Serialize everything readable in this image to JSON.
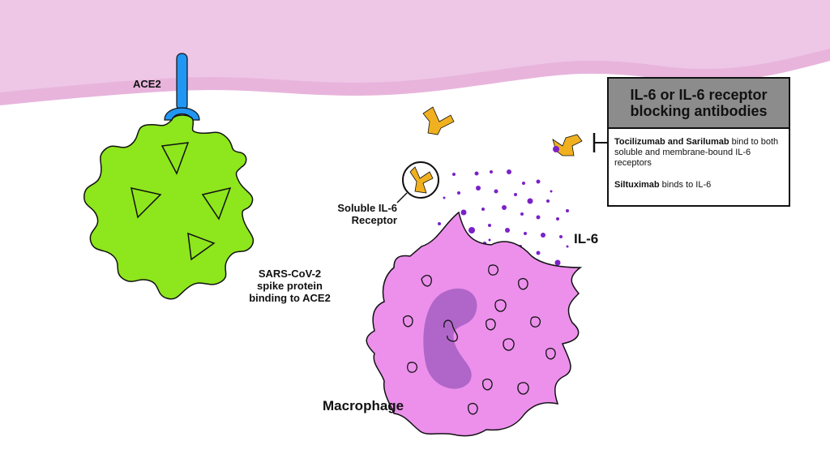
{
  "labels": {
    "ace2": "ACE2",
    "soluble_receptor": [
      "Soluble IL-6",
      "Receptor"
    ],
    "sars": [
      "SARS-CoV-2",
      "spike protein",
      "binding to ACE2"
    ],
    "il6": "IL-6",
    "macrophage": "Macrophage"
  },
  "info_box": {
    "title": [
      "IL-6 or IL-6 receptor",
      "blocking antibodies"
    ],
    "p1_bold": "Tocilizumab and Sarilumab",
    "p1_rest": " bind to both soluble and membrane-bound IL-6 receptors",
    "p2_bold": "Siltuximab",
    "p2_rest": " binds to IL-6"
  },
  "colors": {
    "membrane": "#e8b4dc",
    "membrane_inner": "#eec6e6",
    "virus": "#8ee61d",
    "ace2_receptor": "#2196f3",
    "il6_receptor": "#f0b020",
    "il6_particles": "#7a22c8",
    "macrophage": "#ec90ec",
    "nucleus": "#b066c8",
    "info_title_bg": "#8c8c8c"
  }
}
